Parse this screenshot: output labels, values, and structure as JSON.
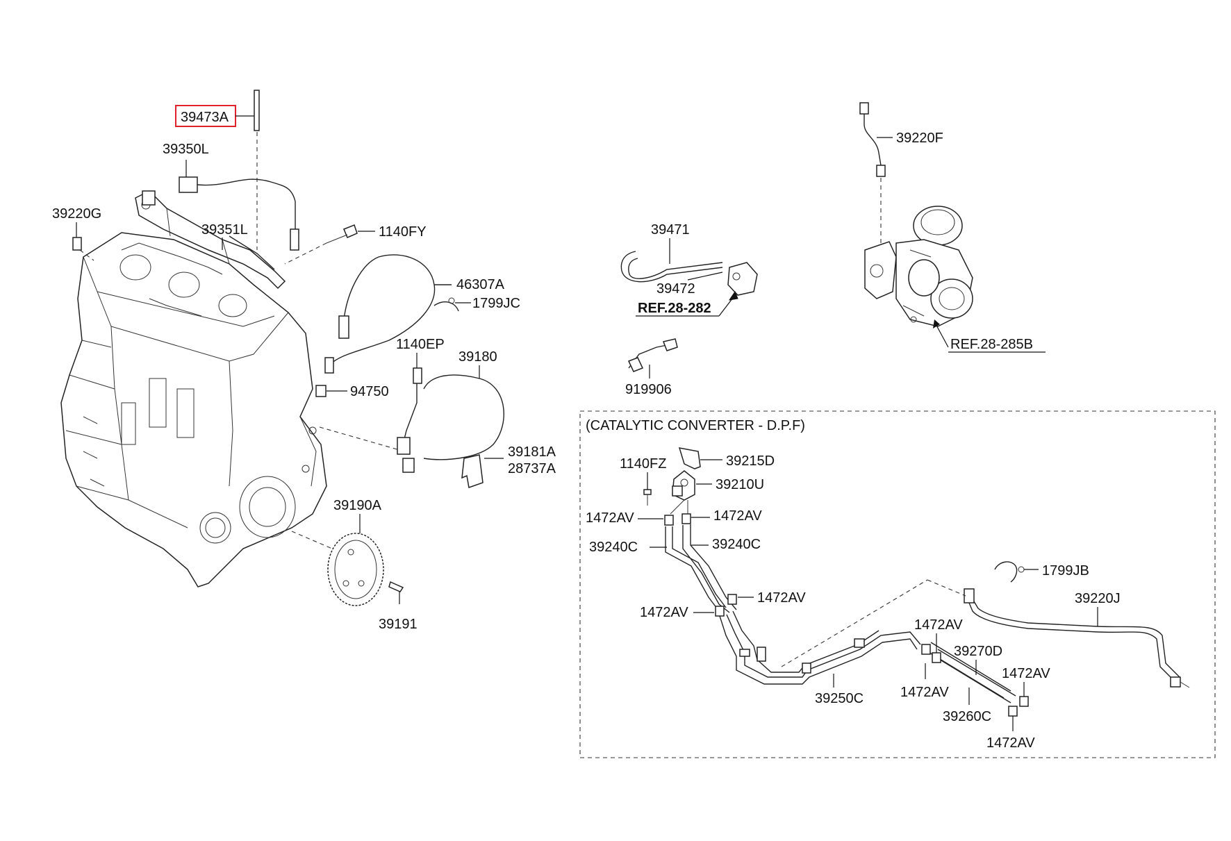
{
  "labels": {
    "p39473A": "39473A",
    "p39350L": "39350L",
    "p39220G": "39220G",
    "p39351L": "39351L",
    "p1140FY": "1140FY",
    "p46307A": "46307A",
    "p1799JC": "1799JC",
    "p1140EP": "1140EP",
    "p39180": "39180",
    "p94750": "94750",
    "p39181A": "39181A",
    "p28737A": "28737A",
    "p39190A": "39190A",
    "p39191": "39191",
    "p39471": "39471",
    "p39472": "39472",
    "ref28282": "REF.28-282",
    "p919906": "919906",
    "p39220F": "39220F",
    "ref28285B": "REF.28-285B",
    "dpfTitle": "(CATALYTIC CONVERTER - D.P.F)",
    "p1140FZ": "1140FZ",
    "p39215D": "39215D",
    "p39210U": "39210U",
    "p1472AV_a": "1472AV",
    "p1472AV_b": "1472AV",
    "p39240C_a": "39240C",
    "p39240C_b": "39240C",
    "p1799JB": "1799JB",
    "p1472AV_c": "1472AV",
    "p1472AV_d": "1472AV",
    "p39220J": "39220J",
    "p1472AV_e": "1472AV",
    "p39270D": "39270D",
    "p1472AV_f": "1472AV",
    "p1472AV_g": "1472AV",
    "p39250C": "39250C",
    "p39260C": "39260C",
    "p1472AV_h": "1472AV"
  },
  "highlight": {
    "color": "#e0202a",
    "part": "39473A"
  }
}
